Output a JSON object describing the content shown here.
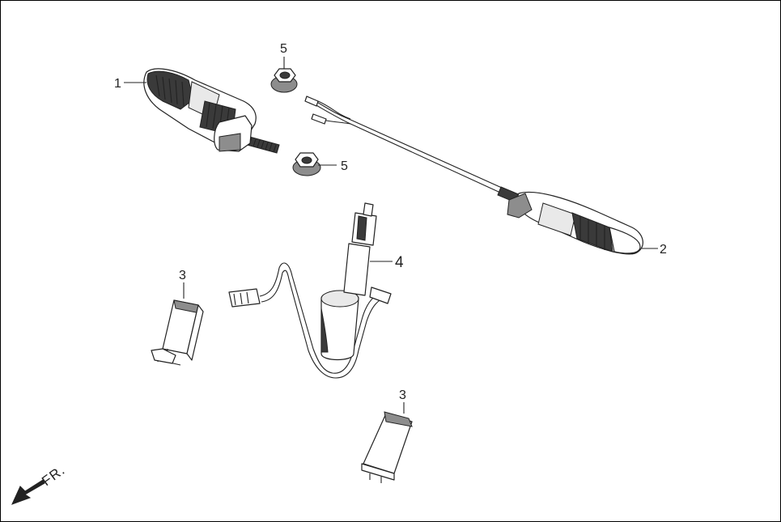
{
  "callouts": {
    "item1": "1",
    "item2": "2",
    "item3_upper": "3",
    "item3_lower": "3",
    "item4": "4",
    "item5_upper": "5",
    "item5_lower": "5"
  },
  "direction_label": "FR."
}
